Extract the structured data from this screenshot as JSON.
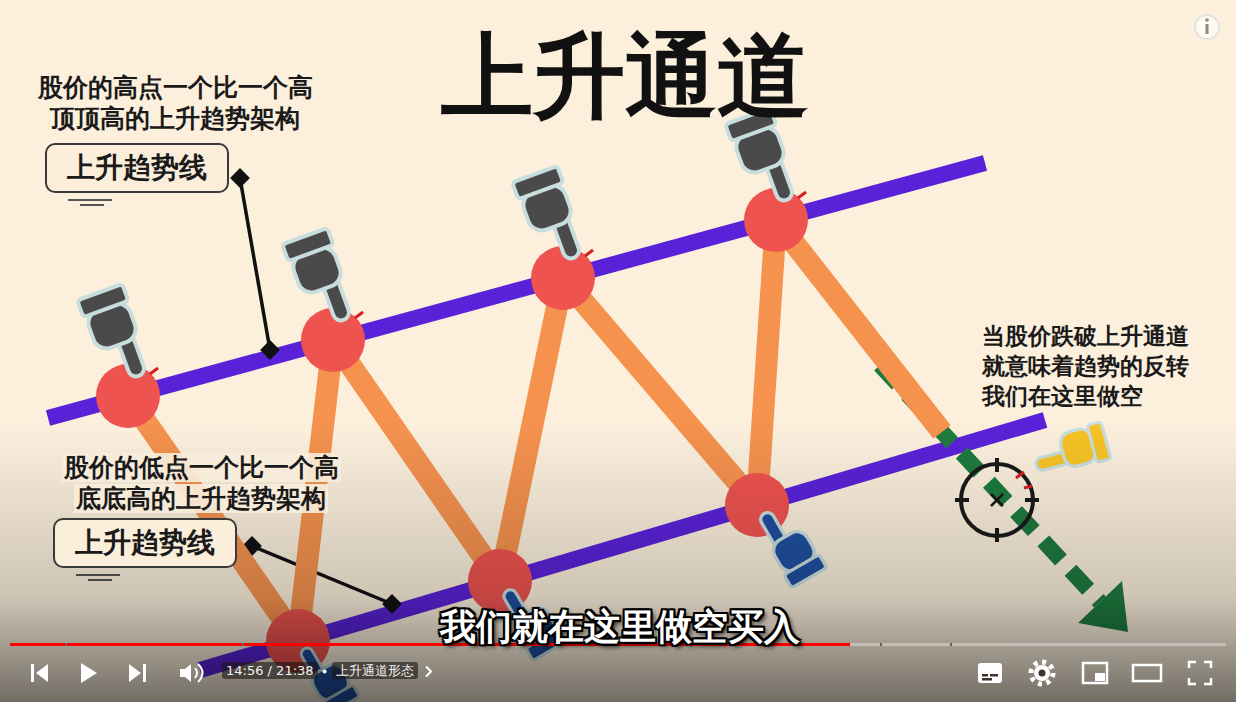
{
  "diagram": {
    "title": "上升通道",
    "nodes": [
      {
        "text": [
          "上升趋势线"
        ]
      },
      {
        "text": [
          "上升趋势线"
        ]
      }
    ],
    "labels": [
      "股价的高点一个比一个高 顶顶高的上升趋势架构",
      "股价的低点一个比一个高 底底高的上升趋势架构",
      "当股价跌破上升通道 就意味着趋势的反转 我们在这里做空",
      "我们就在这里做空买入",
      "14:56 / 21:38",
      "上升通道形态"
    ]
  }
}
